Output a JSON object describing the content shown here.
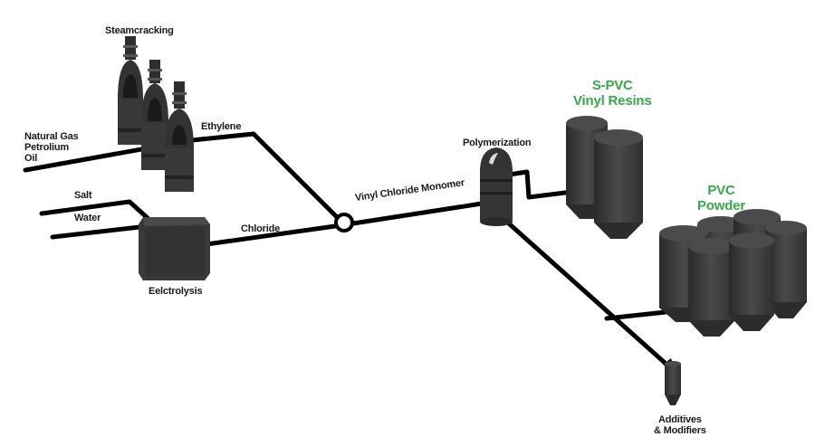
{
  "labels": {
    "steamcracking": "Steamcracking",
    "feedstock": [
      "Natural Gas",
      "Petrolium",
      "Oil"
    ],
    "ethylene": "Ethylene",
    "salt": "Salt",
    "water": "Water",
    "chloride": "Chloride",
    "electrolysis": "Eelctrolysis",
    "vcm": "Vinyl Chloride Monomer",
    "polymerization": "Polymerization",
    "spvc": [
      "S-PVC",
      "Vinyl Resins"
    ],
    "pvc_powder": [
      "PVC",
      "Powder"
    ],
    "additives": [
      "Additives",
      "& Modifiers"
    ]
  },
  "colors": {
    "equipment": "#3d3d3d",
    "equipment_dark": "#1f1f1f",
    "equipment_light": "#5a5a5a",
    "pipe": "#000000",
    "product_label": "#3aa84a"
  }
}
